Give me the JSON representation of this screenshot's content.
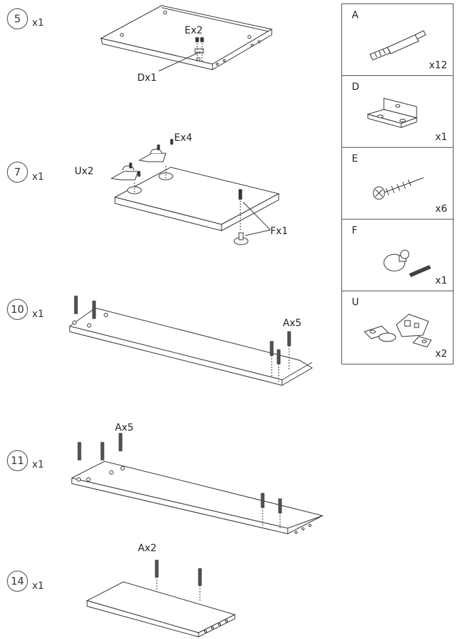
{
  "steps": [
    {
      "number": "5",
      "qty": "x1",
      "callouts": [
        "Ex2",
        "Dx1"
      ]
    },
    {
      "number": "7",
      "qty": "x1",
      "callouts": [
        "Ex4",
        "Ux2",
        "Fx1"
      ]
    },
    {
      "number": "10",
      "qty": "x1",
      "callouts": [
        "Ax5"
      ]
    },
    {
      "number": "11",
      "qty": "x1",
      "callouts": [
        "Ax5"
      ]
    },
    {
      "number": "14",
      "qty": "x1",
      "callouts": [
        "Ax2"
      ]
    }
  ],
  "hardware": [
    {
      "letter": "A",
      "qty": "x12",
      "icon": "cam-dowel-icon"
    },
    {
      "letter": "D",
      "qty": "x1",
      "icon": "angle-bracket-icon"
    },
    {
      "letter": "E",
      "qty": "x6",
      "icon": "wood-screw-icon"
    },
    {
      "letter": "F",
      "qty": "x1",
      "icon": "knob-icon"
    },
    {
      "letter": "U",
      "qty": "x2",
      "icon": "hinge-icon"
    }
  ]
}
